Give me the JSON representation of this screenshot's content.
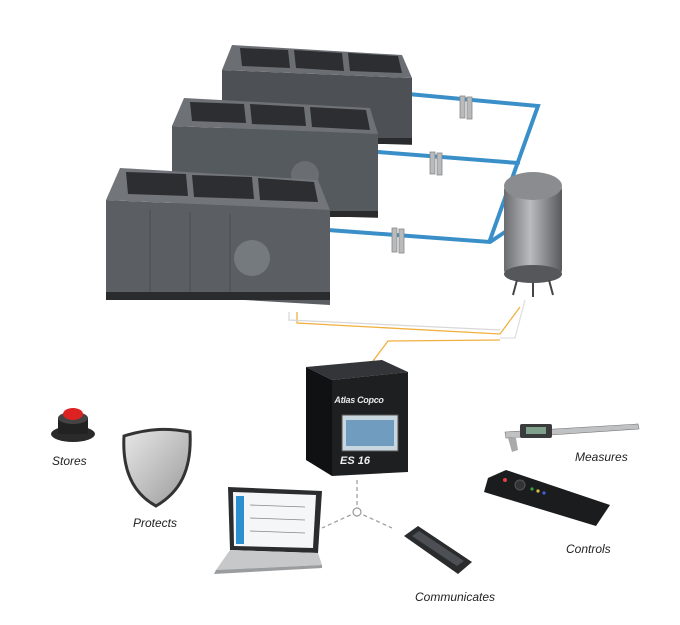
{
  "controller": {
    "brand": "Atlas Copco",
    "model": "ES 16"
  },
  "labels": {
    "stores": "Stores",
    "protects": "Protects",
    "measures": "Measures",
    "controls": "Controls",
    "communicates": "Communicates"
  },
  "colors": {
    "pipe": "#3a8fc8",
    "signal_line": "#f0b040",
    "compressor_body": "#5c5f63",
    "background": "#ffffff"
  },
  "icons": [
    "compressor-icon",
    "dryer-filter-icon",
    "air-receiver-tank-icon",
    "controller-box-icon",
    "stop-button-icon",
    "shield-icon",
    "caliper-icon",
    "remote-control-icon",
    "laptop-icon",
    "smartphone-icon"
  ]
}
